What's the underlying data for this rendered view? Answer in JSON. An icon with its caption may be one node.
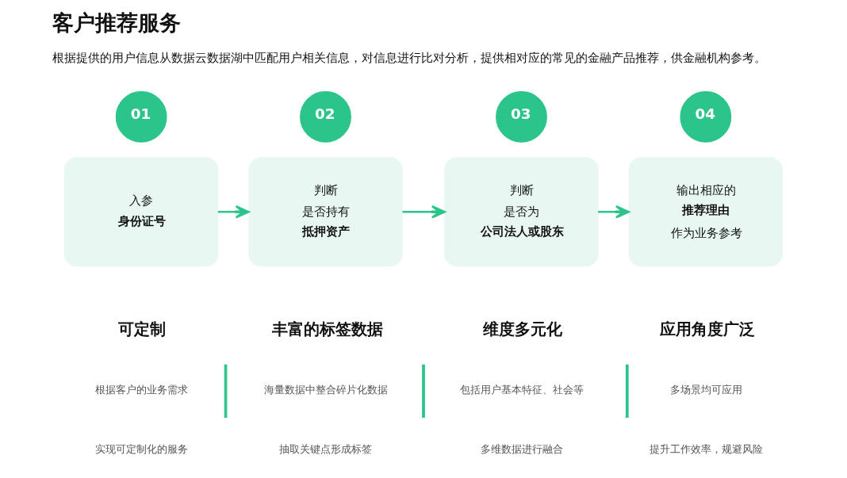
{
  "diagram": {
    "title": "客户推荐服务",
    "nodes": [
      {
        "text": [
          "01"
        ]
      },
      {
        "text": [
          "入参",
          "身份证号"
        ]
      },
      {
        "text": [
          "02"
        ]
      },
      {
        "text": [
          "判断",
          "是否持有",
          "抵押资产"
        ]
      },
      {
        "text": [
          "03"
        ]
      },
      {
        "text": [
          "判断",
          "是否为",
          "公司法人或股东"
        ]
      },
      {
        "text": [
          "04"
        ]
      },
      {
        "text": [
          "输出相应的",
          "推荐理由",
          "作为业务参考"
        ]
      }
    ],
    "edges": [
      {
        "from": 1,
        "to": 3,
        "arrow": "to"
      },
      {
        "from": 3,
        "to": 5,
        "arrow": "to"
      },
      {
        "from": 5,
        "to": 7,
        "arrow": "to"
      }
    ],
    "labels": [
      "根据提供的用户信息从数据云数据湖中匹配用户相关信息，对信息进行比对分析，提供相对应的常见的金融产品推荐，供金融机构参考。",
      "可定制",
      "根据客户的业务需求",
      "实现可定制化的服务",
      "丰富的标签数据",
      "海量数据中整合碎片化数据",
      "抽取关键点形成标签",
      "维度多元化",
      "包括用户基本特征、社会等",
      "多维数据进行融合",
      "应用角度广泛",
      "多场景均可应用",
      "提升工作效率，规避风险"
    ]
  }
}
